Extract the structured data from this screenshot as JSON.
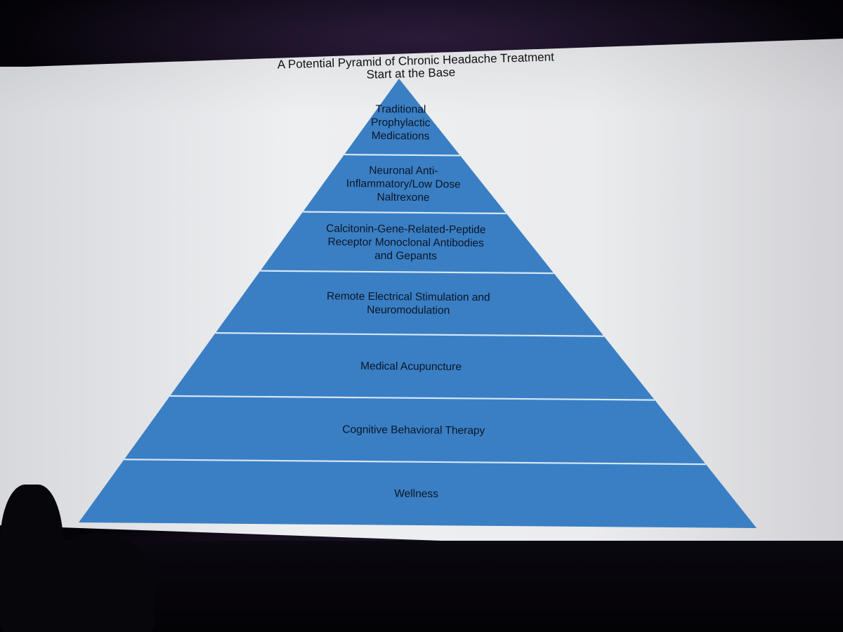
{
  "slide": {
    "title_line1": "A Potential Pyramid of Chronic Headache Treatment",
    "title_line2": "Start at the Base"
  },
  "pyramid": {
    "fill_color": "#3a7fc4",
    "divider_color": "#d6e6f5",
    "layers": [
      {
        "lines": [
          "Traditional",
          "Prophylactic",
          "Medications"
        ]
      },
      {
        "lines": [
          "Neuronal Anti-",
          "Inflammatory/Low Dose",
          "Naltrexone"
        ]
      },
      {
        "lines": [
          "Calcitonin-Gene-Related-Peptide",
          "Receptor Monoclonal Antibodies",
          "and Gepants"
        ]
      },
      {
        "lines": [
          "Remote Electrical Stimulation and",
          "Neuromodulation"
        ]
      },
      {
        "lines": [
          "Medical Acupuncture"
        ]
      },
      {
        "lines": [
          "Cognitive Behavioral Therapy"
        ]
      },
      {
        "lines": [
          "Wellness"
        ]
      }
    ]
  },
  "colors": {
    "screen": "#e9eaed",
    "screen_shadow": "#c9cace",
    "room_dark": "#050309",
    "room_purple": "#2a1b3a"
  }
}
